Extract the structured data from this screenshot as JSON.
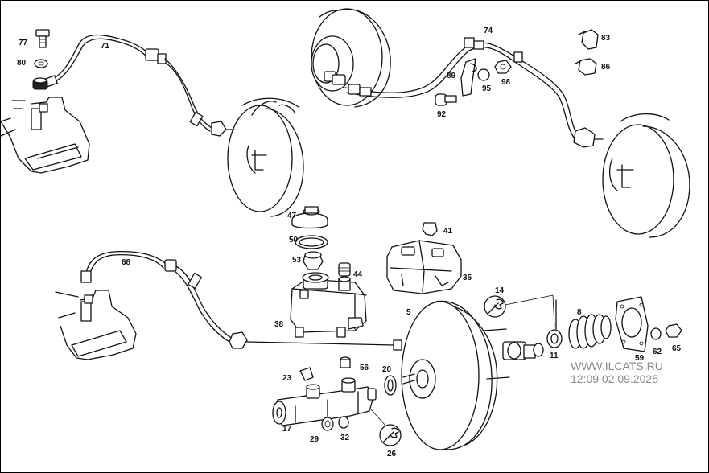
{
  "labels": [
    {
      "id": "77",
      "text": "77"
    },
    {
      "id": "80",
      "text": "80"
    },
    {
      "id": "71",
      "text": "71"
    },
    {
      "id": "74",
      "text": "74"
    },
    {
      "id": "83",
      "text": "83"
    },
    {
      "id": "86",
      "text": "86"
    },
    {
      "id": "89",
      "text": "89"
    },
    {
      "id": "95",
      "text": "95"
    },
    {
      "id": "98",
      "text": "98"
    },
    {
      "id": "92",
      "text": "92"
    },
    {
      "id": "47",
      "text": "47"
    },
    {
      "id": "41",
      "text": "41"
    },
    {
      "id": "50",
      "text": "50"
    },
    {
      "id": "68",
      "text": "68"
    },
    {
      "id": "53",
      "text": "53"
    },
    {
      "id": "44",
      "text": "44"
    },
    {
      "id": "35",
      "text": "35"
    },
    {
      "id": "14",
      "text": "14"
    },
    {
      "id": "5",
      "text": "5"
    },
    {
      "id": "8",
      "text": "8"
    },
    {
      "id": "38",
      "text": "38"
    },
    {
      "id": "11",
      "text": "11"
    },
    {
      "id": "59",
      "text": "59"
    },
    {
      "id": "62",
      "text": "62"
    },
    {
      "id": "65",
      "text": "65"
    },
    {
      "id": "56",
      "text": "56"
    },
    {
      "id": "20",
      "text": "20"
    },
    {
      "id": "23",
      "text": "23"
    },
    {
      "id": "17",
      "text": "17"
    },
    {
      "id": "29",
      "text": "29"
    },
    {
      "id": "32",
      "text": "32"
    },
    {
      "id": "26",
      "text": "26"
    }
  ],
  "watermark": {
    "site": "WWW.ILCATS.RU",
    "timestamp": "12:09 02.09.2025"
  },
  "colors": {
    "line": "#111111",
    "background": "#ffffff",
    "watermark": "#8a8a8a"
  },
  "icons": [
    "wrench-icon",
    "wrench-icon"
  ]
}
